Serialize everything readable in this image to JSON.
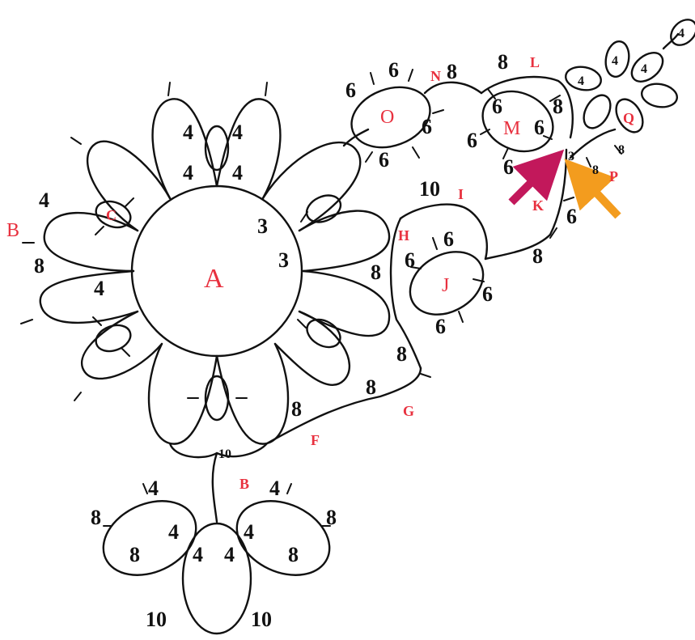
{
  "colors": {
    "thread": "#111111",
    "label": "#e8313f",
    "arrow_magenta": "#c2185b",
    "arrow_orange": "#f39c1e",
    "background": "#ffffff"
  },
  "labels": {
    "A": "A",
    "B1": "B",
    "B2": "B",
    "C": "C",
    "F": "F",
    "G": "G",
    "H": "H",
    "I": "I",
    "J": "J",
    "K": "K",
    "L": "L",
    "M": "M",
    "N": "N",
    "O": "O",
    "P": "P",
    "Q": "Q"
  },
  "counts": {
    "top_left_upper": "4",
    "top_right_upper": "4",
    "top_left_lower": "4",
    "top_right_lower": "4",
    "a_right_1": "3",
    "a_right_2": "3",
    "b_top": "4",
    "b_bottom": "8",
    "left_lower": "4",
    "h_left": "8",
    "lower_right_8a": "8",
    "lower_right_8b": "8",
    "lower_8c": "8",
    "ten_bottom": "10",
    "ten_i": "10",
    "j_top": "6",
    "j_left": "6",
    "j_right": "6",
    "j_bottom": "6",
    "k_6": "6",
    "k_8": "8",
    "o_left_1": "6",
    "o_top": "6",
    "o_right": "6",
    "o_bottom": "6",
    "n_8": "8",
    "l_8": "8",
    "m_left_top": "6",
    "m_right_mid": "6",
    "m_right_top": "8",
    "m_outer_left": "6",
    "m_outer_bottom": "6",
    "p_3": "3",
    "p_8a": "8",
    "p_8b": "8",
    "q_4a": "4",
    "q_4b": "4",
    "q_4c": "4",
    "q_4d": "4",
    "bf_4_tl": "4",
    "bf_4_tr": "4",
    "bf_8_l": "8",
    "bf_8_r": "8",
    "bf_8_li": "8",
    "bf_8_ri": "8",
    "bf_4_li": "4",
    "bf_4_ri": "4",
    "bf_4_cl": "4",
    "bf_4_cr": "4",
    "bf_10_l": "10",
    "bf_10_r": "10"
  }
}
